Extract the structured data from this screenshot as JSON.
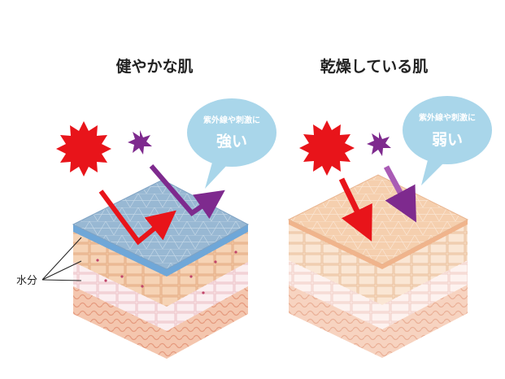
{
  "panels": [
    {
      "title": "健やかな肌",
      "bubble_line1": "紫外線や刺激に",
      "bubble_line2": "強い"
    },
    {
      "title": "乾燥している肌",
      "bubble_line1": "紫外線や刺激に",
      "bubble_line2": "弱い"
    }
  ],
  "moisture_label": "水分",
  "colors": {
    "sun": "#e8141a",
    "irritant": "#7e2a8e",
    "bubble": "#a9d6ea",
    "barrier_healthy": "#8fb1cf",
    "barrier_dry": "#f2c8a6",
    "cell_healthy": "#f3c7a3",
    "cell_dry": "#f7dcc4"
  }
}
